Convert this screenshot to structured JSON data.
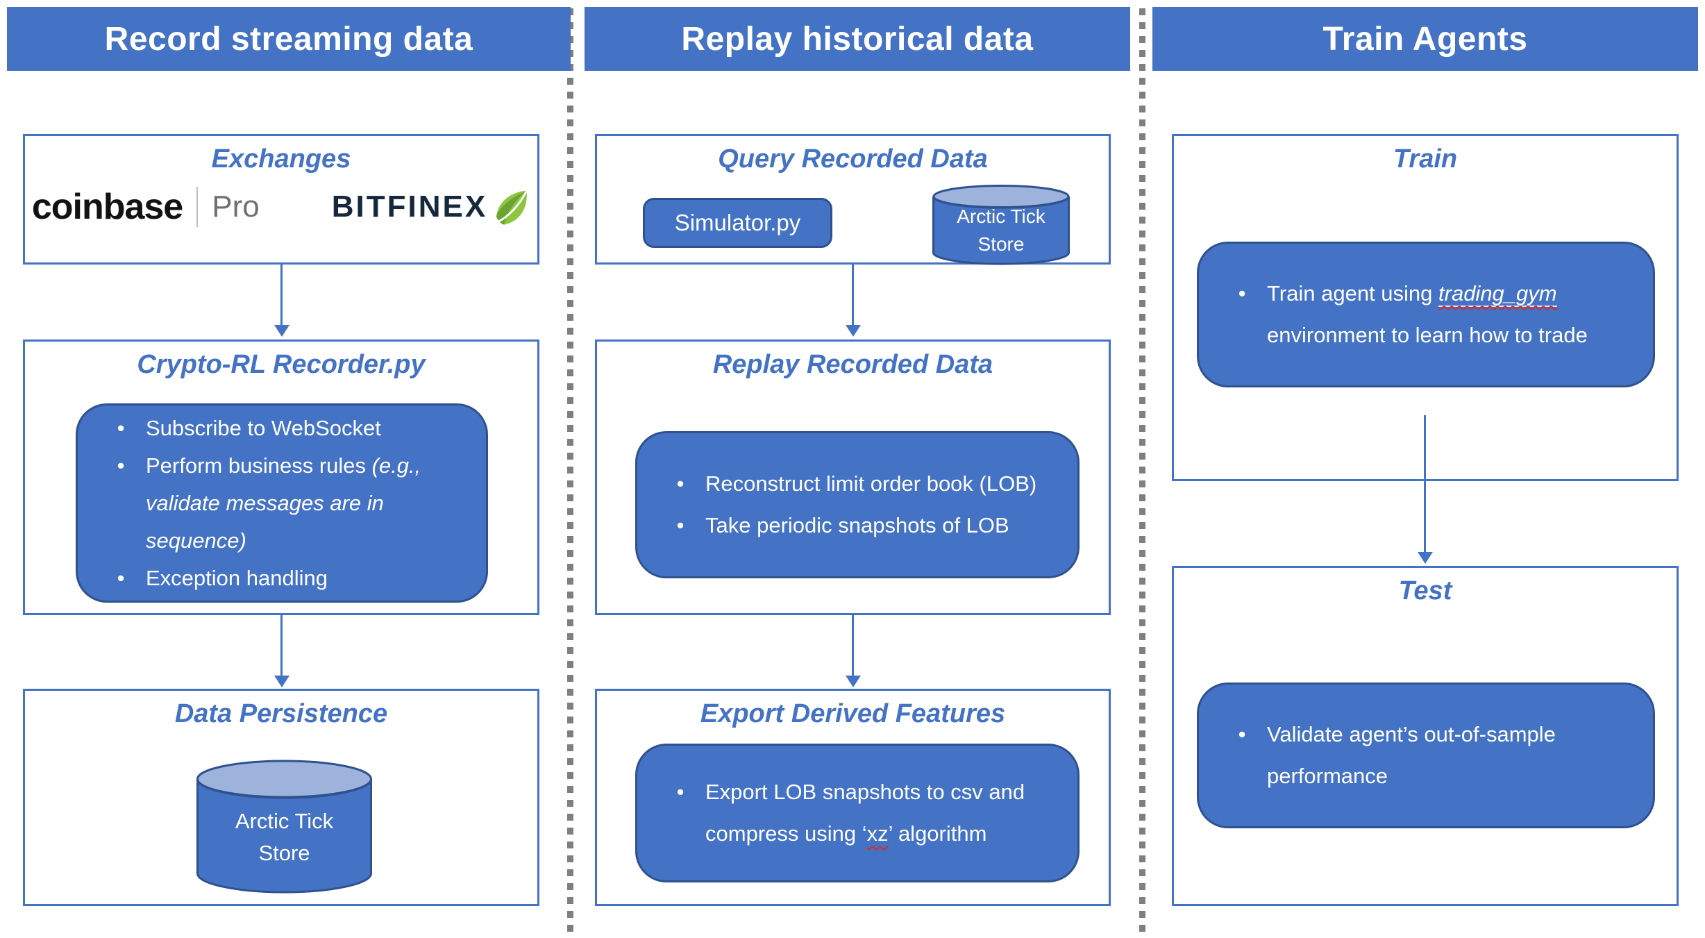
{
  "colors": {
    "banner_blue": "#4472C4",
    "shape_border_navy": "#2F528F",
    "cylinder_top_blue": "#9DB3DC",
    "title_blue": "#4472C4",
    "divider_gray": "#7f7f7f",
    "squiggle_red": "#cc2f2f",
    "bitfinex_navy": "#16283C",
    "leaf_green": "#8DC63F"
  },
  "headers": {
    "record": "Record streaming data",
    "replay": "Replay historical data",
    "train": "Train Agents"
  },
  "record_column": {
    "exchanges": {
      "title": "Exchanges",
      "coinbase": "coinbase",
      "pro": "Pro",
      "bitfinex": "BITFINEX"
    },
    "recorder": {
      "title": "Crypto-RL Recorder.py",
      "bullet1": "Subscribe to WebSocket",
      "bullet2_regular": "Perform business rules ",
      "bullet2_italic": "(e.g., validate messages are in sequence)",
      "bullet3": "Exception handling"
    },
    "persistence": {
      "title": "Data Persistence",
      "store_line1": "Arctic Tick",
      "store_line2": "Store"
    }
  },
  "replay_column": {
    "query": {
      "title": "Query Recorded Data",
      "simulator": "Simulator.py",
      "store_line1": "Arctic Tick",
      "store_line2": "Store"
    },
    "replay_box": {
      "title": "Replay Recorded Data",
      "bullet1": "Reconstruct limit order book (LOB)",
      "bullet2": "Take periodic snapshots of LOB"
    },
    "export": {
      "title": "Export Derived Features",
      "bullet_pre": "Export LOB snapshots to csv and compress using ‘",
      "bullet_term": "xz",
      "bullet_post": "’ algorithm"
    }
  },
  "train_column": {
    "train": {
      "title": "Train",
      "bullet_pre": "Train agent using ",
      "bullet_term": "trading_gym",
      "bullet_post": " environment to learn how to trade"
    },
    "test": {
      "title": "Test",
      "bullet": "Validate agent’s out-of-sample performance"
    }
  }
}
